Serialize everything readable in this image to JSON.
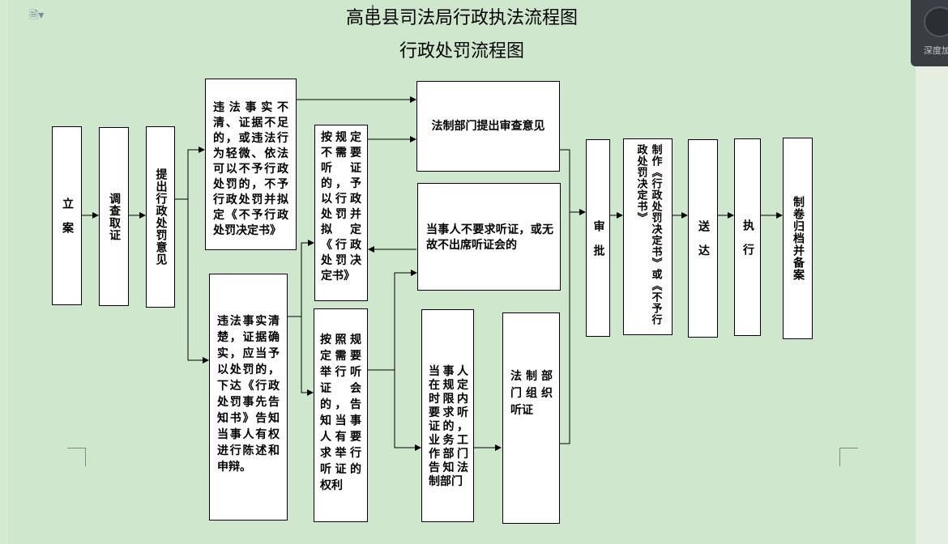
{
  "toolbar": {
    "doc_icon": "document-icon"
  },
  "header": {
    "title": "高邑县司法局行政执法流程图",
    "subtitle": "行政处罚流程图"
  },
  "sidebar_widget": {
    "label": "深度加"
  },
  "flow": {
    "lian": "立　案",
    "diaocha": "调查取证",
    "tichu": "提出行政处罚意见",
    "weifa_bu_qing": "违法事实不清、证据不足的，或违法行为轻微、依法可以不予行政处罚的，不予行政处罚并拟定《不予行政处罚决定书》",
    "weifa_qingchu": "违法事实清楚，证据确实，应当予以处罚的，下达《行政处罚事先告知书》告知当事人有权进行陈述和申辩。",
    "bu_xuyao_tingzheng": "按规定不需要听　证的，予以行政处罚并拟　定《行政处罚决定书》",
    "xuyao_tingzheng": "按照规定需要举行听证　会的，告知当事人有要求举行听证的权利",
    "fazhi_shencha": "法制部门提出审查意见",
    "bu_yaoqiu_tingzheng": "当事人不要求听证，或无故不出席听证会的",
    "yaoqiu_tingzheng": "当事人在规定时限内要求听证的，业务工作部门告知法制部门",
    "zuzhi_tingzheng": "法制部门组织听证",
    "shenpi": "审　批",
    "zhizuo": "制作《行政处罚决定书》或《不予行政处罚决定书》",
    "songda": "送　达",
    "zhixing": "执　行",
    "guidang": "制卷归档并备案"
  }
}
